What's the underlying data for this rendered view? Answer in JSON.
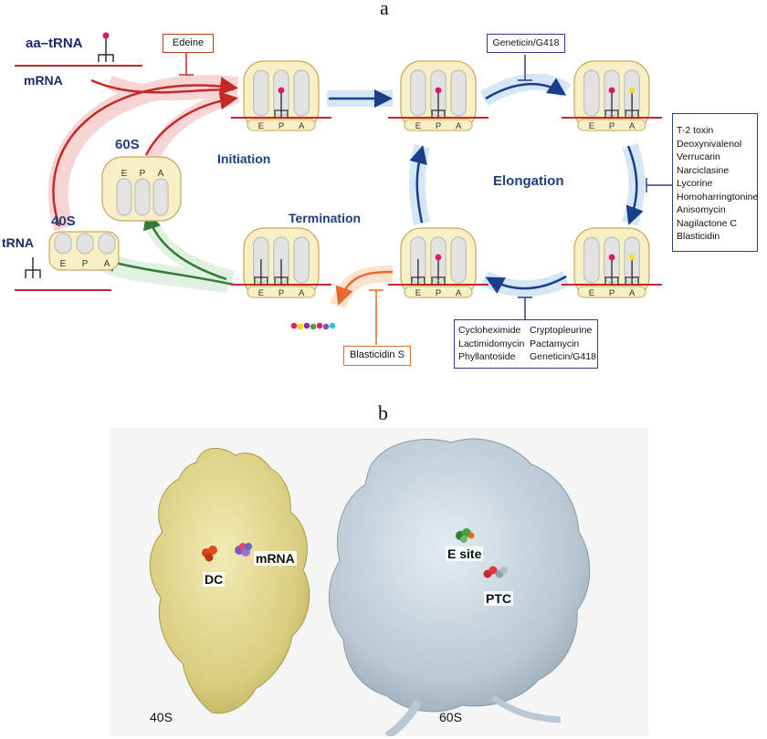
{
  "panel_a": {
    "letter": "a",
    "labels": {
      "aa_trna": "aa–tRNA",
      "mrna": "mRNA",
      "trna": "tRNA",
      "s60": "60S",
      "s40": "40S",
      "initiation": "Initiation",
      "elongation": "Elongation",
      "termination": "Termination"
    },
    "site_letters": [
      "E",
      "P",
      "A"
    ],
    "inhibitors": {
      "edeine": "Edeine",
      "geneticin_top": "Geneticin/G418",
      "right_list": [
        "T-2 toxin",
        "Deoxynivalenol",
        "Verrucarin",
        "Narciclasine",
        "Lycorine",
        "Homoharringtonine",
        "Anisomycin",
        "Nagilactone C",
        "Blasticidin"
      ],
      "bottom_left": [
        "Cycloheximide",
        "Lactimidomycin",
        "Phyllantoside"
      ],
      "bottom_right": [
        "Cryptopleurine",
        "Pactamycin",
        "Geneticin/G418"
      ],
      "blasticidin_s": "Blasticidin S"
    },
    "colors": {
      "initiation_red": "#d84040",
      "elongation_blue": "#1a3d8c",
      "termination_orange": "#e8692a",
      "recycling_green": "#2e7d32",
      "ribosome_fill": "#f8efc4"
    }
  },
  "panel_b": {
    "letter": "b",
    "labels": {
      "dc": "DC",
      "mrna": "mRNA",
      "e_site": "E site",
      "ptc": "PTC",
      "s40": "40S",
      "s60": "60S"
    },
    "colors": {
      "small_subunit": "#e8df98",
      "large_subunit": "#c9d6e0"
    }
  }
}
